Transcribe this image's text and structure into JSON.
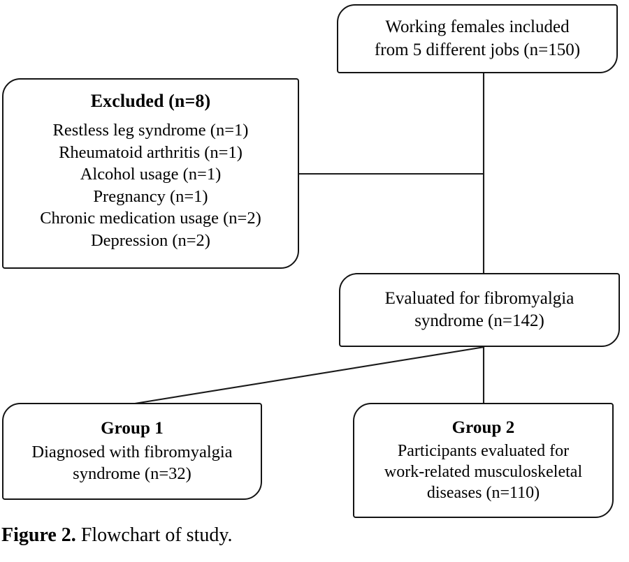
{
  "figure": {
    "caption_label": "Figure 2.",
    "caption_text": "Flowchart of study.",
    "line_color": "#141414",
    "box_fill": "#ffffff",
    "text_color": "#000000"
  },
  "boxes": {
    "included": {
      "name": "working-females-included",
      "lines": [
        "Working females included",
        "from 5 different jobs (n=150)"
      ]
    },
    "excluded": {
      "name": "excluded",
      "title": "Excluded (n=8)",
      "lines": [
        "Restless leg syndrome (n=1)",
        "Rheumatoid arthritis (n=1)",
        "Alcohol usage (n=1)",
        "Pregnancy (n=1)",
        "Chronic medication usage (n=2)",
        "Depression (n=2)"
      ]
    },
    "evaluated": {
      "name": "evaluated-for-fibromyalgia",
      "lines": [
        "Evaluated for fibromyalgia",
        "syndrome (n=142)"
      ]
    },
    "group1": {
      "name": "group-1",
      "title": "Group 1",
      "lines": [
        "Diagnosed with fibromyalgia",
        "syndrome (n=32)"
      ]
    },
    "group2": {
      "name": "group-2",
      "title": "Group 2",
      "lines": [
        "Participants evaluated for",
        "work-related musculoskeletal",
        "diseases (n=110)"
      ]
    }
  },
  "chart_data": {
    "type": "diagram",
    "title": "Flowchart of study",
    "diagram_kind": "participant-flow",
    "nodes": [
      {
        "id": "included",
        "label": "Working females included from 5 different jobs",
        "n": 150
      },
      {
        "id": "excluded",
        "label": "Excluded",
        "n": 8,
        "items": [
          {
            "label": "Restless leg syndrome",
            "n": 1
          },
          {
            "label": "Rheumatoid arthritis",
            "n": 1
          },
          {
            "label": "Alcohol usage",
            "n": 1
          },
          {
            "label": "Pregnancy",
            "n": 1
          },
          {
            "label": "Chronic medication usage",
            "n": 2
          },
          {
            "label": "Depression",
            "n": 2
          }
        ]
      },
      {
        "id": "evaluated",
        "label": "Evaluated for fibromyalgia syndrome",
        "n": 142
      },
      {
        "id": "group1",
        "label": "Group 1 - Diagnosed with fibromyalgia syndrome",
        "n": 32
      },
      {
        "id": "group2",
        "label": "Group 2 - Participants evaluated for work-related musculoskeletal diseases",
        "n": 110
      }
    ],
    "edges": [
      {
        "from": "included",
        "to": "excluded",
        "style": "orthogonal"
      },
      {
        "from": "included",
        "to": "evaluated",
        "style": "straight"
      },
      {
        "from": "evaluated",
        "to": "group1",
        "style": "diagonal"
      },
      {
        "from": "evaluated",
        "to": "group2",
        "style": "straight"
      }
    ]
  }
}
